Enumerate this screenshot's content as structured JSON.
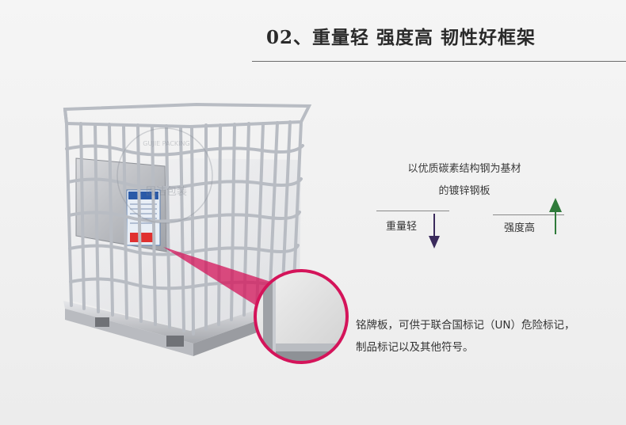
{
  "header": {
    "title": "02、重量轻 强度高 韧性好框架"
  },
  "materials": {
    "line1": "以优质碳素结构钢为基材",
    "line2": "的镀锌钢板"
  },
  "features": {
    "light_weight": {
      "label": "重量轻",
      "arrow": "down",
      "color": "#3a2a5c"
    },
    "high_strength": {
      "label": "强度高",
      "arrow": "up",
      "color": "#2f7a3a"
    }
  },
  "nameplate": {
    "line1": "铭牌板，可供于联合国标记（UN）危险标记，",
    "line2": "制品标记以及其他符号。",
    "panel_text": "固洁包装",
    "watermark": "GUJIE PACKING"
  },
  "colors": {
    "zoom_ring": "#d4145a",
    "accent_line": "#6b6b6b"
  }
}
